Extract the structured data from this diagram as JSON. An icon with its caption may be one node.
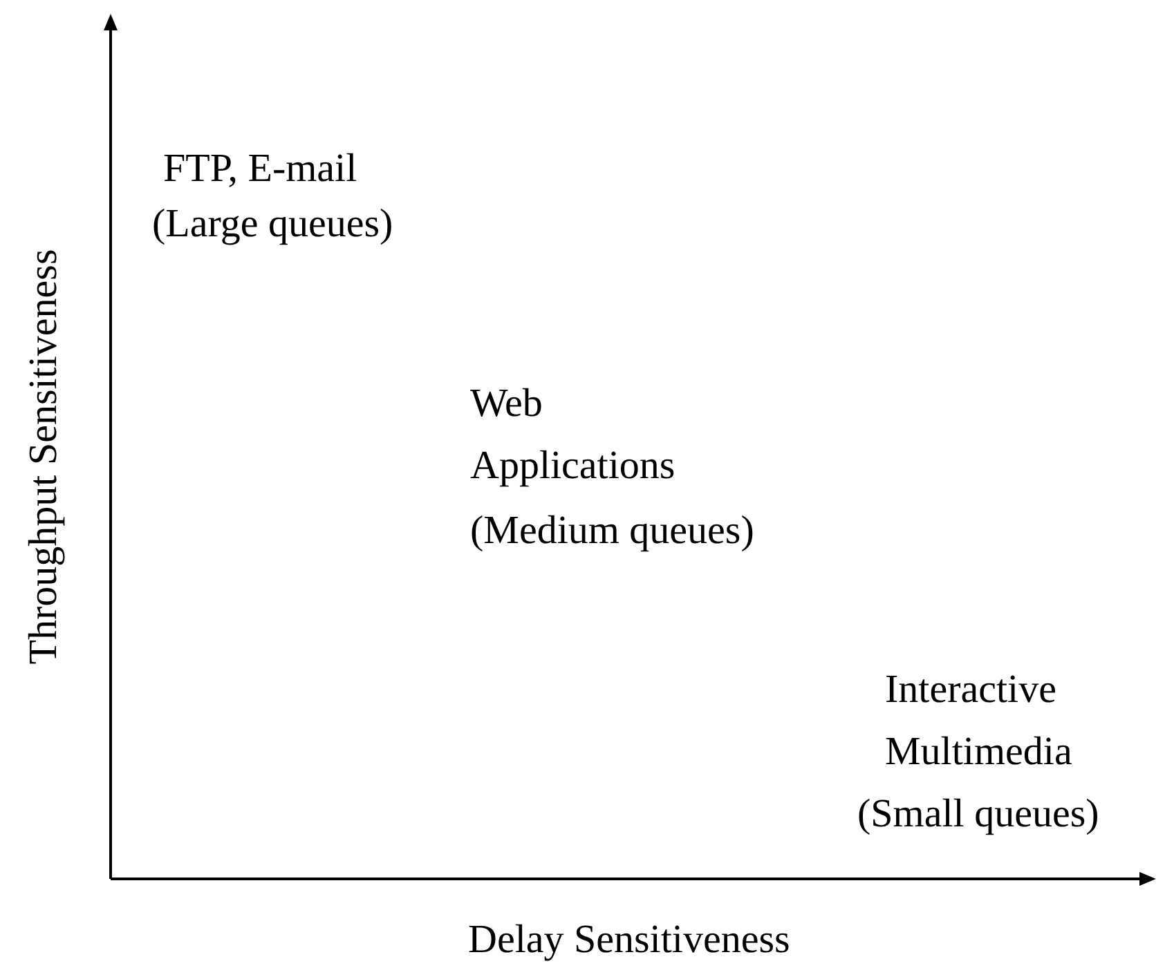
{
  "diagram": {
    "labels": [
      "Throughput Sensitiveness",
      "FTP, E-mail",
      "(Large queues)",
      "Web Applications",
      "(Medium queues)",
      "Interactive Multimedia",
      "(Small queues)",
      "Delay Sensitiveness"
    ]
  }
}
